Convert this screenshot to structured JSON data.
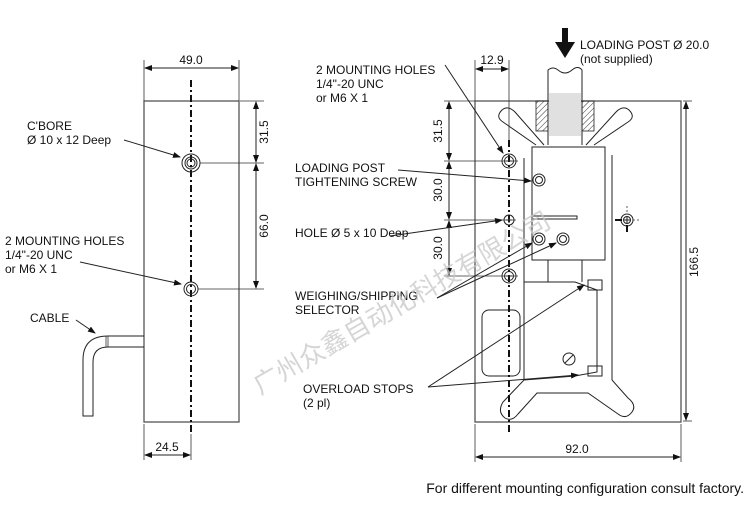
{
  "drawing": {
    "left_view": {
      "width_dim": "49.0",
      "hole_offset_dim": "24.5",
      "top_to_cbore_dim": "31.5",
      "cbore_to_hole_dim": "66.0",
      "cbore_label": [
        "C'BORE",
        "Ø 10 x 12 Deep"
      ],
      "mounting_holes_label": [
        "2 MOUNTING HOLES",
        "1/4\"-20 UNC",
        "or M6 X 1"
      ],
      "cable_label": "CABLE"
    },
    "right_view": {
      "hole_offset_dim": "12.9",
      "top_to_hole_dim": "31.5",
      "hole_spacing_upper_dim": "30.0",
      "hole_spacing_lower_dim": "30.0",
      "height_dim": "166.5",
      "width_dim": "92.0",
      "mounting_holes_label": [
        "2 MOUNTING HOLES",
        "1/4\"-20 UNC",
        "or M6 X 1"
      ],
      "loading_post_label": [
        "LOADING POST Ø 20.0",
        "(not supplied)"
      ],
      "tightening_screw_label": [
        "LOADING POST",
        "TIGHTENING SCREW"
      ],
      "hole_label": "HOLE Ø 5 x 10 Deep",
      "selector_label": [
        "WEIGHING/SHIPPING",
        "SELECTOR"
      ],
      "overload_label": [
        "OVERLOAD STOPS",
        "(2 pl)"
      ]
    },
    "footnote": "For different mounting configuration consult factory.",
    "watermark": "广州众鑫自动化科技有限公司"
  }
}
